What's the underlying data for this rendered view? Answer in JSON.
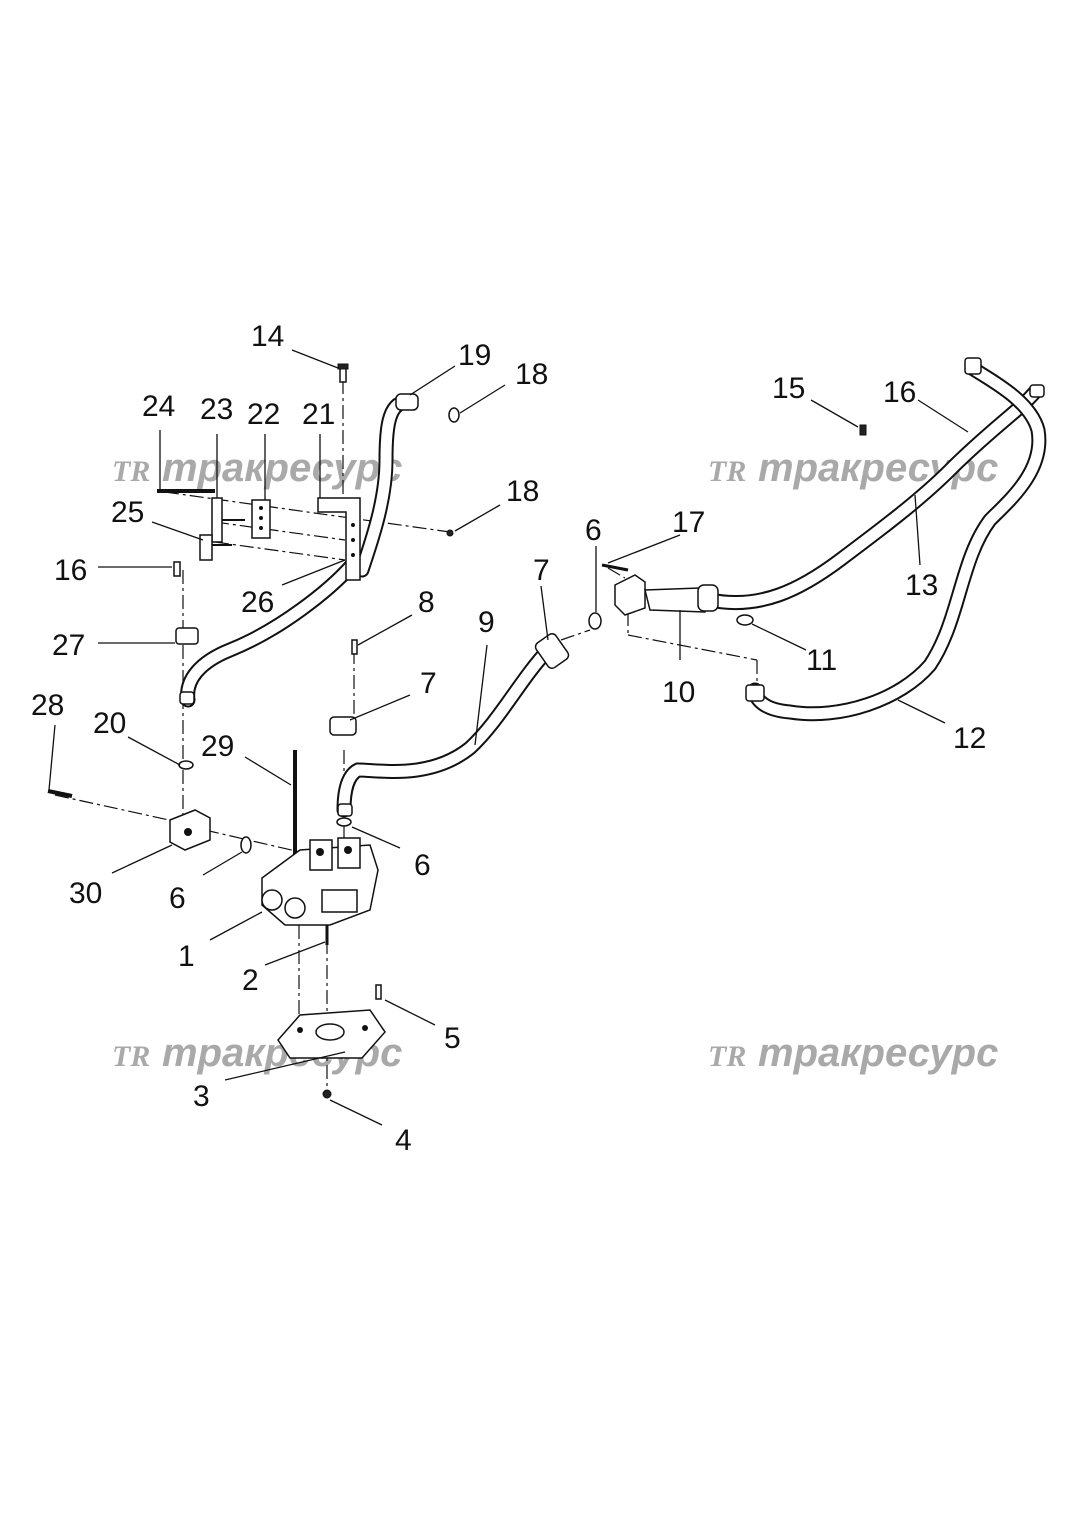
{
  "watermark": {
    "text": "тракресурс",
    "logo": "TR"
  },
  "callouts": [
    {
      "id": "c1",
      "text": "1"
    },
    {
      "id": "c2",
      "text": "2"
    },
    {
      "id": "c3",
      "text": "3"
    },
    {
      "id": "c4",
      "text": "4"
    },
    {
      "id": "c5",
      "text": "5"
    },
    {
      "id": "c6a",
      "text": "6"
    },
    {
      "id": "c6b",
      "text": "6"
    },
    {
      "id": "c6c",
      "text": "6"
    },
    {
      "id": "c7a",
      "text": "7"
    },
    {
      "id": "c7b",
      "text": "7"
    },
    {
      "id": "c8",
      "text": "8"
    },
    {
      "id": "c9",
      "text": "9"
    },
    {
      "id": "c10",
      "text": "10"
    },
    {
      "id": "c11",
      "text": "11"
    },
    {
      "id": "c12",
      "text": "12"
    },
    {
      "id": "c13",
      "text": "13"
    },
    {
      "id": "c14",
      "text": "14"
    },
    {
      "id": "c15",
      "text": "15"
    },
    {
      "id": "c16a",
      "text": "16"
    },
    {
      "id": "c16b",
      "text": "16"
    },
    {
      "id": "c17",
      "text": "17"
    },
    {
      "id": "c18a",
      "text": "18"
    },
    {
      "id": "c18b",
      "text": "18"
    },
    {
      "id": "c19",
      "text": "19"
    },
    {
      "id": "c20",
      "text": "20"
    },
    {
      "id": "c21",
      "text": "21"
    },
    {
      "id": "c22",
      "text": "22"
    },
    {
      "id": "c23",
      "text": "23"
    },
    {
      "id": "c24",
      "text": "24"
    },
    {
      "id": "c25",
      "text": "25"
    },
    {
      "id": "c26",
      "text": "26"
    },
    {
      "id": "c27",
      "text": "27"
    },
    {
      "id": "c28",
      "text": "28"
    },
    {
      "id": "c29",
      "text": "29"
    },
    {
      "id": "c30",
      "text": "30"
    }
  ]
}
